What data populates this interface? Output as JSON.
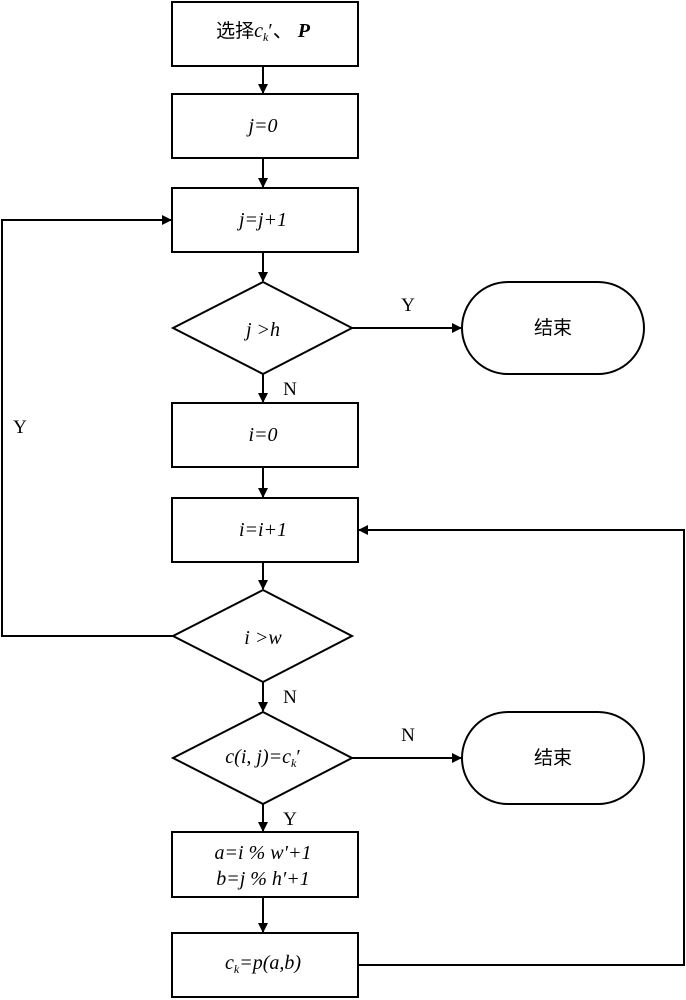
{
  "diagram": {
    "type": "flowchart",
    "nodes": {
      "start": {
        "prefix": "选择",
        "var": "c",
        "sub": "k",
        "suffix": "′、",
        "bold": "P"
      },
      "init_j": {
        "text": "j=0"
      },
      "inc_j": {
        "text": "j=j+1"
      },
      "cond_j": {
        "text": "j >h"
      },
      "end_1": {
        "text": "结束"
      },
      "init_i": {
        "text": "i=0"
      },
      "inc_i": {
        "text": "i=i+1"
      },
      "cond_i": {
        "text": "i >w"
      },
      "cond_c": {
        "left": "c(i, j)=c",
        "sub": "k",
        "right": "′"
      },
      "end_2": {
        "text": "结束"
      },
      "calc_ab": {
        "line1": "a=i % w′+1",
        "line2": "b=j % h′+1"
      },
      "assign": {
        "var": "c",
        "sub": "k",
        "rest": "=p(a,b)"
      }
    },
    "edge_labels": {
      "cond_j_yes": "Y",
      "cond_j_no": "N",
      "cond_i_yes": "Y",
      "cond_i_no": "N",
      "cond_c_no": "N",
      "cond_c_yes": "Y"
    },
    "edges": [
      [
        "start",
        "init_j"
      ],
      [
        "init_j",
        "inc_j"
      ],
      [
        "inc_j",
        "cond_j"
      ],
      [
        "cond_j",
        "end_1",
        "Y"
      ],
      [
        "cond_j",
        "init_i",
        "N"
      ],
      [
        "init_i",
        "inc_i"
      ],
      [
        "inc_i",
        "cond_i"
      ],
      [
        "cond_i",
        "inc_j",
        "Y"
      ],
      [
        "cond_i",
        "cond_c",
        "N"
      ],
      [
        "cond_c",
        "end_2",
        "N"
      ],
      [
        "cond_c",
        "calc_ab",
        "Y"
      ],
      [
        "calc_ab",
        "assign"
      ],
      [
        "assign",
        "inc_i"
      ]
    ]
  }
}
